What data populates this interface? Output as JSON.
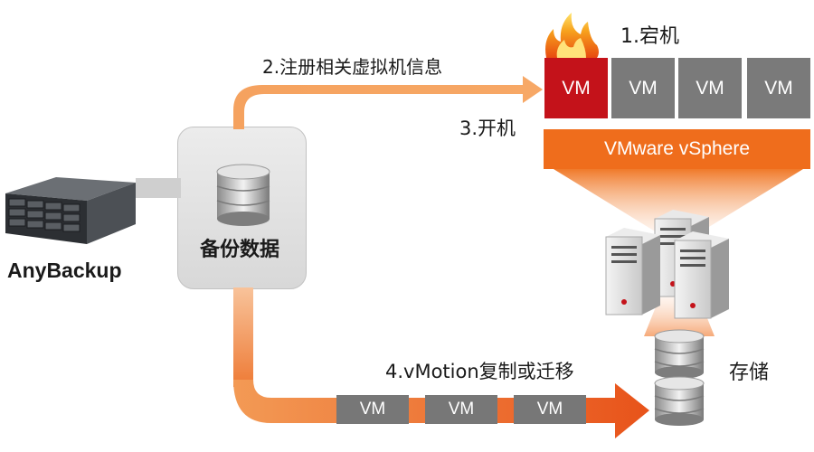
{
  "labels": {
    "step1": "1.宕机",
    "step2": "2.注册相关虚拟机信息",
    "step3": "3.开机",
    "step4": "4.vMotion复制或迁移",
    "backup_data": "备份数据",
    "anybackup": "AnyBackup",
    "storage": "存储"
  },
  "vsphere": {
    "label": "VMware vSphere"
  },
  "vms_top": [
    {
      "label": "VM",
      "status": "failed"
    },
    {
      "label": "VM",
      "status": "normal"
    },
    {
      "label": "VM",
      "status": "normal"
    },
    {
      "label": "VM",
      "status": "normal"
    }
  ],
  "vms_migrating": [
    {
      "label": "VM"
    },
    {
      "label": "VM"
    },
    {
      "label": "VM"
    }
  ],
  "colors": {
    "accent_orange": "#ef6d1c",
    "failed_red": "#c4121a",
    "vm_gray": "#7a7a7a",
    "connector_gray": "#cfcfcf"
  },
  "icons": {
    "server": "rack-server-icon",
    "database": "database-icon",
    "tower_servers": "tower-server-icon",
    "fire": "fire-icon"
  }
}
